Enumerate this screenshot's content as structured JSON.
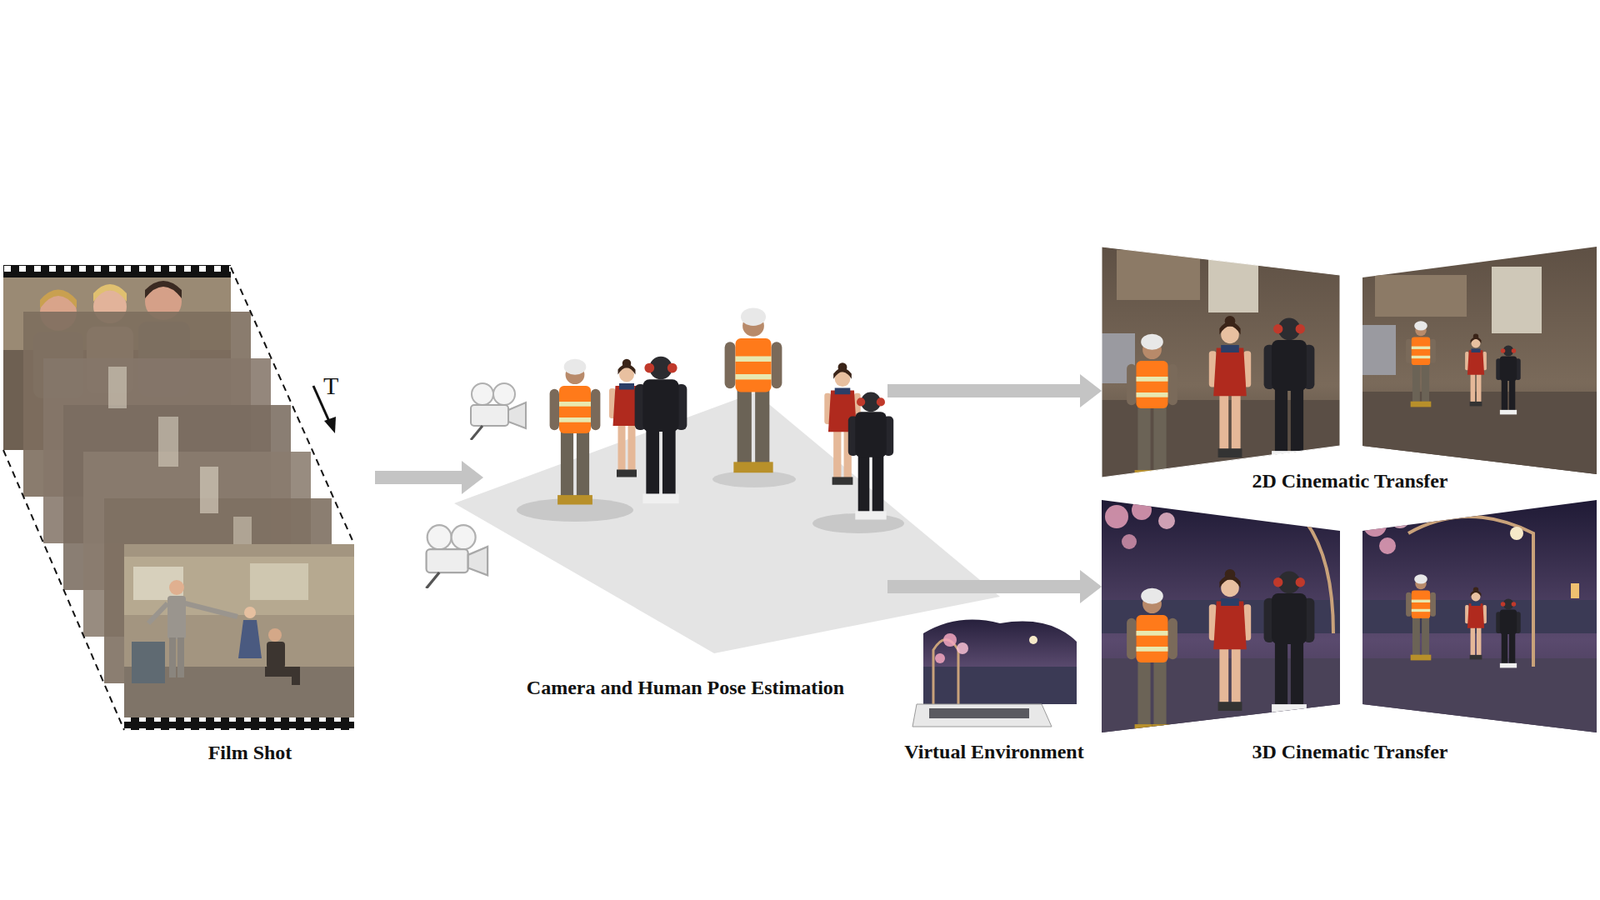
{
  "diagram": {
    "nodes": [
      {
        "text": [
          "Film Shot"
        ]
      },
      {
        "text": [
          "Camera and Human Pose Estimation"
        ]
      },
      {
        "text": [
          "2D Cinematic Transfer"
        ]
      },
      {
        "text": [
          "Virtual Environment"
        ]
      },
      {
        "text": [
          "3D Cinematic Transfer"
        ]
      }
    ],
    "edges": [
      {
        "from": 0,
        "to": 1,
        "arrow": "to"
      },
      {
        "from": 1,
        "to": 2,
        "arrow": "to"
      },
      {
        "from": 1,
        "to": 4,
        "arrow": "to"
      }
    ],
    "labels": [
      "T"
    ]
  }
}
